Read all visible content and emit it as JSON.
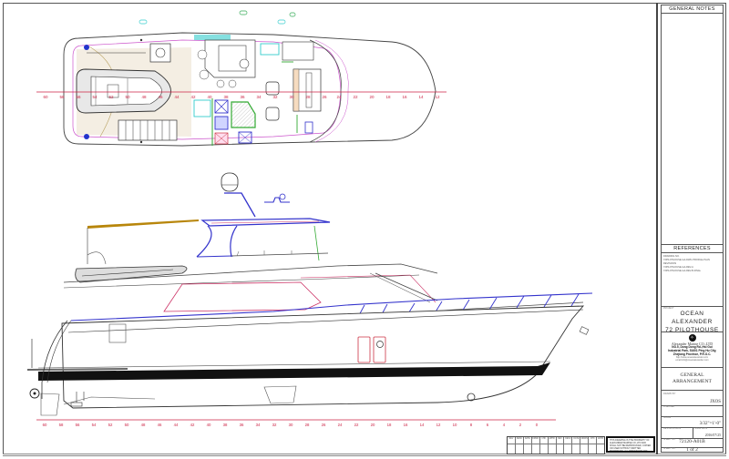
{
  "drawing": {
    "title": "General Arrangement",
    "views": [
      "plan-view-flybridge",
      "profile-view-starboard"
    ],
    "plan_station_labels": [
      "60",
      "58",
      "56",
      "54",
      "52",
      "50",
      "48",
      "46",
      "44",
      "42",
      "40",
      "38",
      "36",
      "34",
      "32",
      "30",
      "28",
      "26",
      "24",
      "22",
      "20",
      "18",
      "16",
      "14",
      "12"
    ],
    "profile_station_labels": [
      "60",
      "58",
      "56",
      "54",
      "52",
      "50",
      "48",
      "46",
      "44",
      "42",
      "40",
      "38",
      "36",
      "34",
      "32",
      "30",
      "28",
      "26",
      "24",
      "22",
      "20",
      "18",
      "16",
      "14",
      "12",
      "10",
      "8",
      "6",
      "4",
      "2",
      "0"
    ],
    "colors": {
      "outline": "#333333",
      "station_line": "#cc2244",
      "flybridge_blue": "#3333cc",
      "rail_magenta": "#cc55cc",
      "cyan_fixture": "#33cccc",
      "green_fixture": "#33aa33",
      "window_red": "#cc3344",
      "antenna_gold": "#b8860b",
      "teak_deck": "#f3ece0"
    }
  },
  "title_block": {
    "general_notes_header": "GENERAL NOTES",
    "references_header": "REFERENCES",
    "references_lines": [
      "DRAWING NO.",
      "72PILOTHOUSE-GA-DWG PROFILE-PLAN",
      "REVISIONS",
      "72PILOTHOUSE-GA-REV-A",
      "72PILOTHOUSE-GA-REV-B-FINAL"
    ],
    "project_label": "PROJECT",
    "project_line1": "OCEAN ALEXANDER",
    "project_line2": "72  PILOTHOUSE",
    "company_logo": "✧",
    "company_name": "Alexander Marine CO.,LTD",
    "company_address_1": "NO.5, Dong Dong Rd.,Hsi Gui",
    "company_address_2": "Industrial Park, 51601 Ping Hu City,",
    "company_address_3": "Zhejiang Province, P.R.O.C.",
    "company_web_1": "http://www.oceanalexander.com",
    "company_web_2": "email:info@oceanalexander.com",
    "drawing_title_line1": "GENERAL",
    "drawing_title_line2": "ARRANGEMENT",
    "drawn_by_label": "DRAWN BY",
    "drawn_by": "JXOS",
    "checked_label": "CHECKED",
    "checked_value": "",
    "scale_label": "SCALE",
    "scale": "3/32\"=1'-0\"",
    "revision_date_label": "REVISION DATE",
    "revision_date": "",
    "issue_date_label": "ISSUE DATE",
    "issue_date": "2016/07/25",
    "sheet_no_label": "SHEET NO.",
    "sheet_no": "72120-A01B",
    "sheet_of_label": "SHEET NO.",
    "sheet_of": "1 of 2"
  },
  "revision_table": {
    "headers": [
      "REV",
      "DESC",
      "DATE",
      "DRWN",
      "CHK",
      "APPR",
      "REV",
      "DESC",
      "DATE",
      "DRWN",
      "CHK",
      "APPR"
    ]
  },
  "stamp": {
    "text": "THIS DRAWING IS THE PROPERTY OF ALEXANDER MARINE CO.,LTD AND SHALL NOT BE REPRODUCED, COPIED OR USED WITHOUT WRITTEN PERMISSION. ALL DIMENSIONS ARE NOMINAL."
  }
}
